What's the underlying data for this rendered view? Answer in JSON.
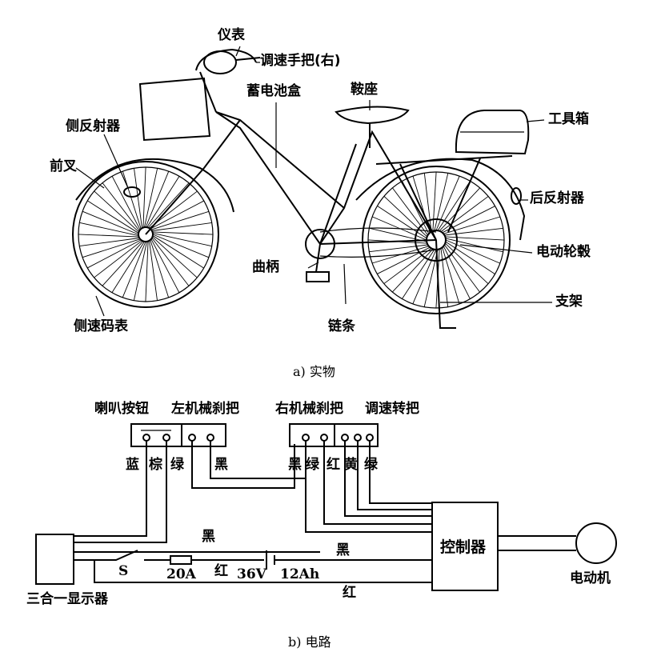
{
  "photo": {
    "labels": {
      "meter": "仪表",
      "throttle_right": "调速手把(右)",
      "battery_box": "蓄电池盒",
      "saddle": "鞍座",
      "side_reflector": "侧反射器",
      "tool_box": "工具箱",
      "front_fork": "前叉",
      "rear_reflector": "后反射器",
      "crank": "曲柄",
      "hub_motor": "电动轮毂",
      "stand": "支架",
      "side_speedometer": "侧速码表",
      "chain": "链条"
    },
    "caption": "a) 实物"
  },
  "circuit": {
    "top_labels": {
      "horn_button": "喇叭按钮",
      "left_brake": "左机械刹把",
      "right_brake": "右机械刹把",
      "throttle": "调速转把"
    },
    "wire_colors_left": [
      "蓝",
      "棕",
      "绿",
      "黑"
    ],
    "wire_colors_right": [
      "黑",
      "绿",
      "红",
      "黄",
      "绿"
    ],
    "wire_black_upper": "黑",
    "wire_black_lower": "黑",
    "switch_label": "S",
    "fuse_label": "20A",
    "wire_red_mid": "红",
    "voltage": "36V",
    "capacity": "12Ah",
    "wire_red_bottom": "红",
    "controller": "控制器",
    "motor": "电动机",
    "display": "三合一显示器",
    "caption": "b) 电路"
  }
}
